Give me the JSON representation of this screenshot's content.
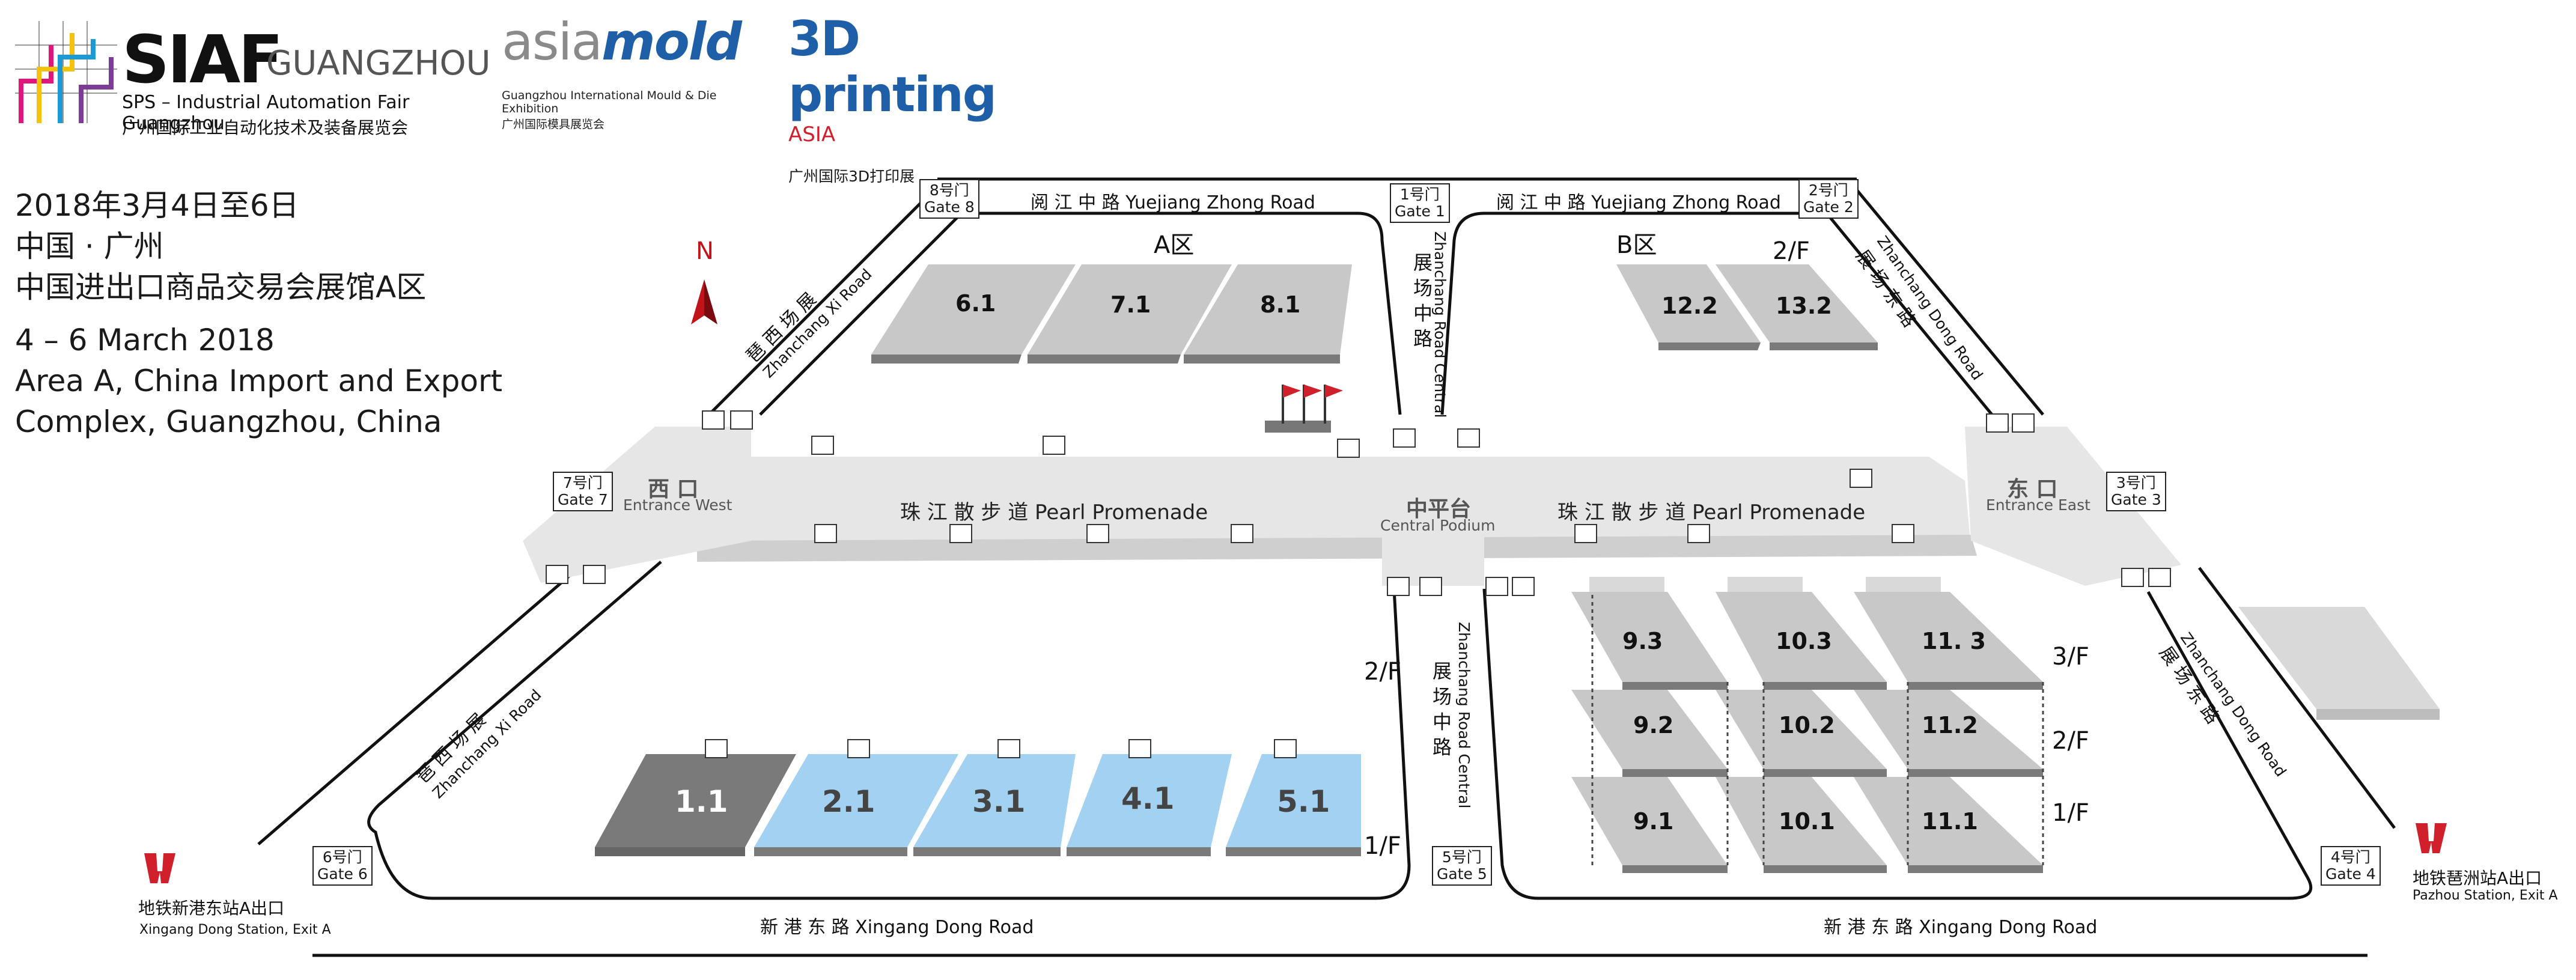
{
  "header": {
    "siaf_logo": "SIAF",
    "siaf_city": "GUANGZHOU",
    "siaf_sub_en": "SPS – Industrial Automation Fair Guangzhou",
    "siaf_sub_cn": "广州国际工业自动化技术及装备展览会",
    "asiamold_a": "asia",
    "asiamold_b": "mold",
    "asiamold_en": "Guangzhou International Mould & Die Exhibition",
    "asiamold_cn": "广州国际模具展览会",
    "printing_title": "3D printing",
    "printing_asia": "ASIA",
    "printing_cn": "广州国际3D打印展"
  },
  "info": {
    "date_cn": "2018年3月4日至6日",
    "city_cn": "中国 · 广州",
    "venue_cn": "中国进出口商品交易会展馆A区",
    "date_en": "4 – 6 March 2018",
    "venue_en_1": "Area A, China Import and Export",
    "venue_en_2": "Complex, Guangzhou, China"
  },
  "compass": {
    "label": "N"
  },
  "roads": {
    "yuejiang_1": "阅 江 中 路 Yuejiang Zhong Road",
    "yuejiang_2": "阅 江 中 路 Yuejiang Zhong Road",
    "zhanchang_xi_cn": "琶 西 场 展",
    "zhanchang_xi_en": "Zhanchang Xi Road",
    "zhanchang_central_cn": "展 场 中 路",
    "zhanchang_central_en": "Zhanchang Road Central",
    "zhanchang_dong_cn": "展 场 东 路",
    "zhanchang_dong_en": "Zhanchang Dong Road",
    "xingang_1": "新 港 东 路 Xingang Dong Road",
    "xingang_2": "新 港 东 路 Xingang Dong Road"
  },
  "gates": {
    "g1": [
      "1号门",
      "Gate 1"
    ],
    "g2": [
      "2号门",
      "Gate 2"
    ],
    "g3": [
      "3号门",
      "Gate 3"
    ],
    "g4": [
      "4号门",
      "Gate 4"
    ],
    "g5": [
      "5号门",
      "Gate 5"
    ],
    "g6": [
      "6号门",
      "Gate 6"
    ],
    "g7": [
      "7号门",
      "Gate 7"
    ],
    "g8": [
      "8号门",
      "Gate 8"
    ]
  },
  "areas": {
    "a": "A区",
    "b": "B区"
  },
  "floors": {
    "f1": "1/F",
    "f2": "2/F",
    "f3": "3/F"
  },
  "halls": {
    "h6_1": "6.1",
    "h7_1": "7.1",
    "h8_1": "8.1",
    "h12_2": "12.2",
    "h13_2": "13.2",
    "h1_1": "1.1",
    "h2_1": "2.1",
    "h3_1": "3.1",
    "h4_1": "4.1",
    "h5_1": "5.1",
    "h9_3": "9.3",
    "h10_3": "10.3",
    "h11_3": "11. 3",
    "h9_2": "9.2",
    "h10_2": "10.2",
    "h11_2": "11.2",
    "h9_1": "9.1",
    "h10_1": "10.1",
    "h11_1": "11.1"
  },
  "entrances": {
    "west_cn": "西 口",
    "west_en": "Entrance West",
    "east_cn": "东 口",
    "east_en": "Entrance East",
    "central_cn": "中平台",
    "central_en": "Central Podium"
  },
  "promenade": {
    "left": "珠 江 散 步 道 Pearl Promenade",
    "right": "珠 江 散 步 道 Pearl Promenade"
  },
  "metro": {
    "west_cn": "地铁新港东站A出口",
    "west_en": "Xingang Dong Station, Exit A",
    "east_cn": "地铁琶洲站A出口",
    "east_en": "Pazhou Station, Exit A"
  },
  "colors": {
    "hall_grey": "#c8c8c8",
    "hall_dark": "#7a7a7a",
    "hall_blue": "#a3d1f2",
    "promenade": "#e6e6e6",
    "accent_blue": "#1f5fa8",
    "accent_red": "#c0141a"
  }
}
